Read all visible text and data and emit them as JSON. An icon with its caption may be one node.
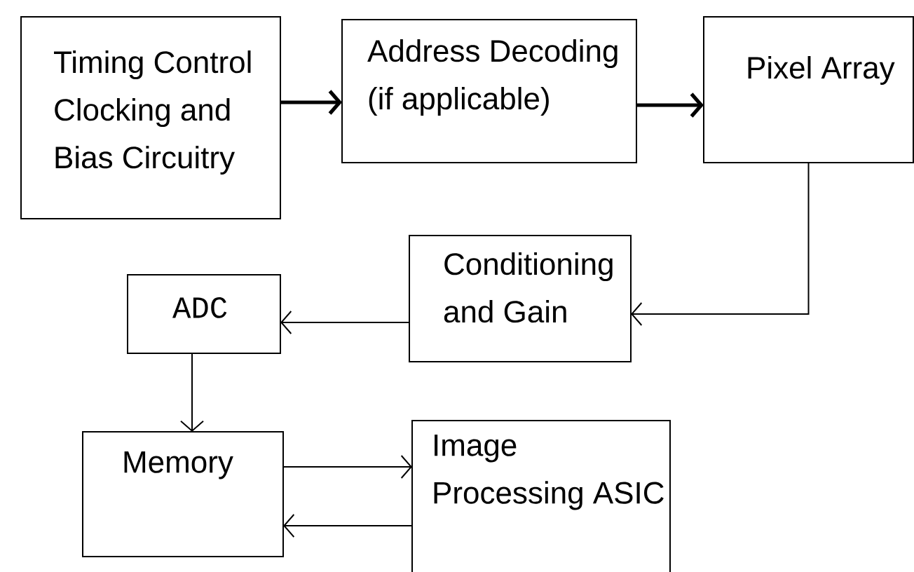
{
  "diagram": {
    "nodes": [
      {
        "text": [
          "Timing Control Clocking and Bias Circuitry"
        ]
      },
      {
        "text": [
          "Address Decoding (if applicable)"
        ]
      },
      {
        "text": [
          "Pixel Array"
        ]
      },
      {
        "text": [
          "Conditioning and Gain"
        ]
      },
      {
        "text": [
          "ADC"
        ]
      },
      {
        "text": [
          "Memory"
        ]
      },
      {
        "text": [
          "Image Processing ASIC"
        ]
      }
    ],
    "edges": [
      {
        "from": 0,
        "to": 1,
        "arrow": "to",
        "style": "thick"
      },
      {
        "from": 1,
        "to": 2,
        "arrow": "to",
        "style": "thick"
      },
      {
        "from": 2,
        "to": 3,
        "arrow": "to"
      },
      {
        "from": 3,
        "to": 4,
        "arrow": "to"
      },
      {
        "from": 4,
        "to": 5,
        "arrow": "to"
      },
      {
        "from": 5,
        "to": 6,
        "arrow": "to"
      },
      {
        "from": 6,
        "to": 5,
        "arrow": "to"
      }
    ]
  }
}
